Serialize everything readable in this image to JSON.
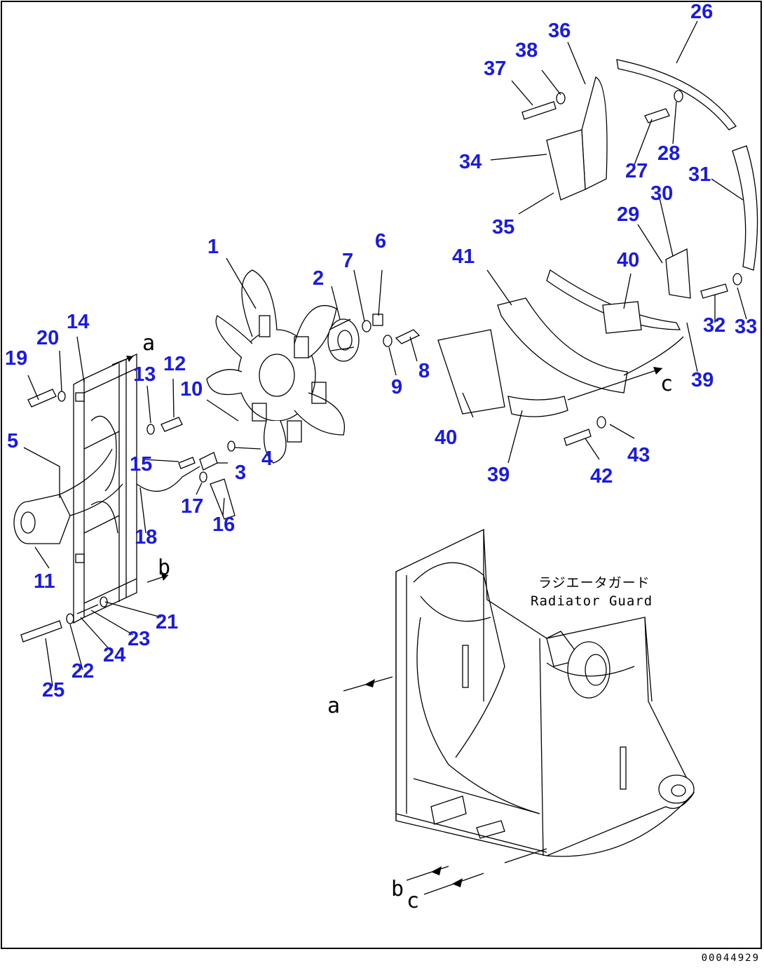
{
  "callouts": [
    "1",
    "2",
    "3",
    "4",
    "5",
    "6",
    "7",
    "8",
    "9",
    "10",
    "11",
    "12",
    "13",
    "14",
    "15",
    "16",
    "17",
    "18",
    "19",
    "20",
    "21",
    "22",
    "23",
    "24",
    "25",
    "26",
    "27",
    "28",
    "29",
    "30",
    "31",
    "32",
    "33",
    "34",
    "35",
    "36",
    "37",
    "38",
    "39",
    "39",
    "40",
    "40",
    "41",
    "42",
    "43"
  ],
  "view_letters": {
    "a_upper": "a",
    "b_upper": "b",
    "c_upper": "c",
    "a_lower": "a",
    "b_lower": "b",
    "c_lower": "c"
  },
  "guard_label": {
    "japanese": "ラジエータガード",
    "english": "Radiator Guard"
  },
  "document_code": "00044929",
  "colors": {
    "callout": "#1a1ae6",
    "line": "#000000",
    "background": "#ffffff"
  }
}
